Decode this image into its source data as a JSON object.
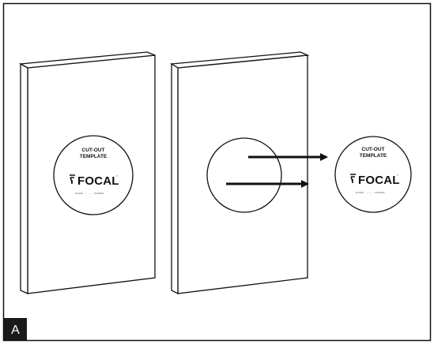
{
  "template": {
    "line1": "CUT-OUT",
    "line2": "TEMPLATE",
    "brand": "FOCAL",
    "trademark": "®",
    "fine_print": "BY-2000 .................. 50-000061",
    "logo_icon": "focal-logo-icon"
  },
  "figure_label": "A",
  "colors": {
    "ink": "#111111",
    "panel_fill": "#ffffff",
    "label_bg": "#1a1a1a",
    "label_text": "#ffffff"
  }
}
